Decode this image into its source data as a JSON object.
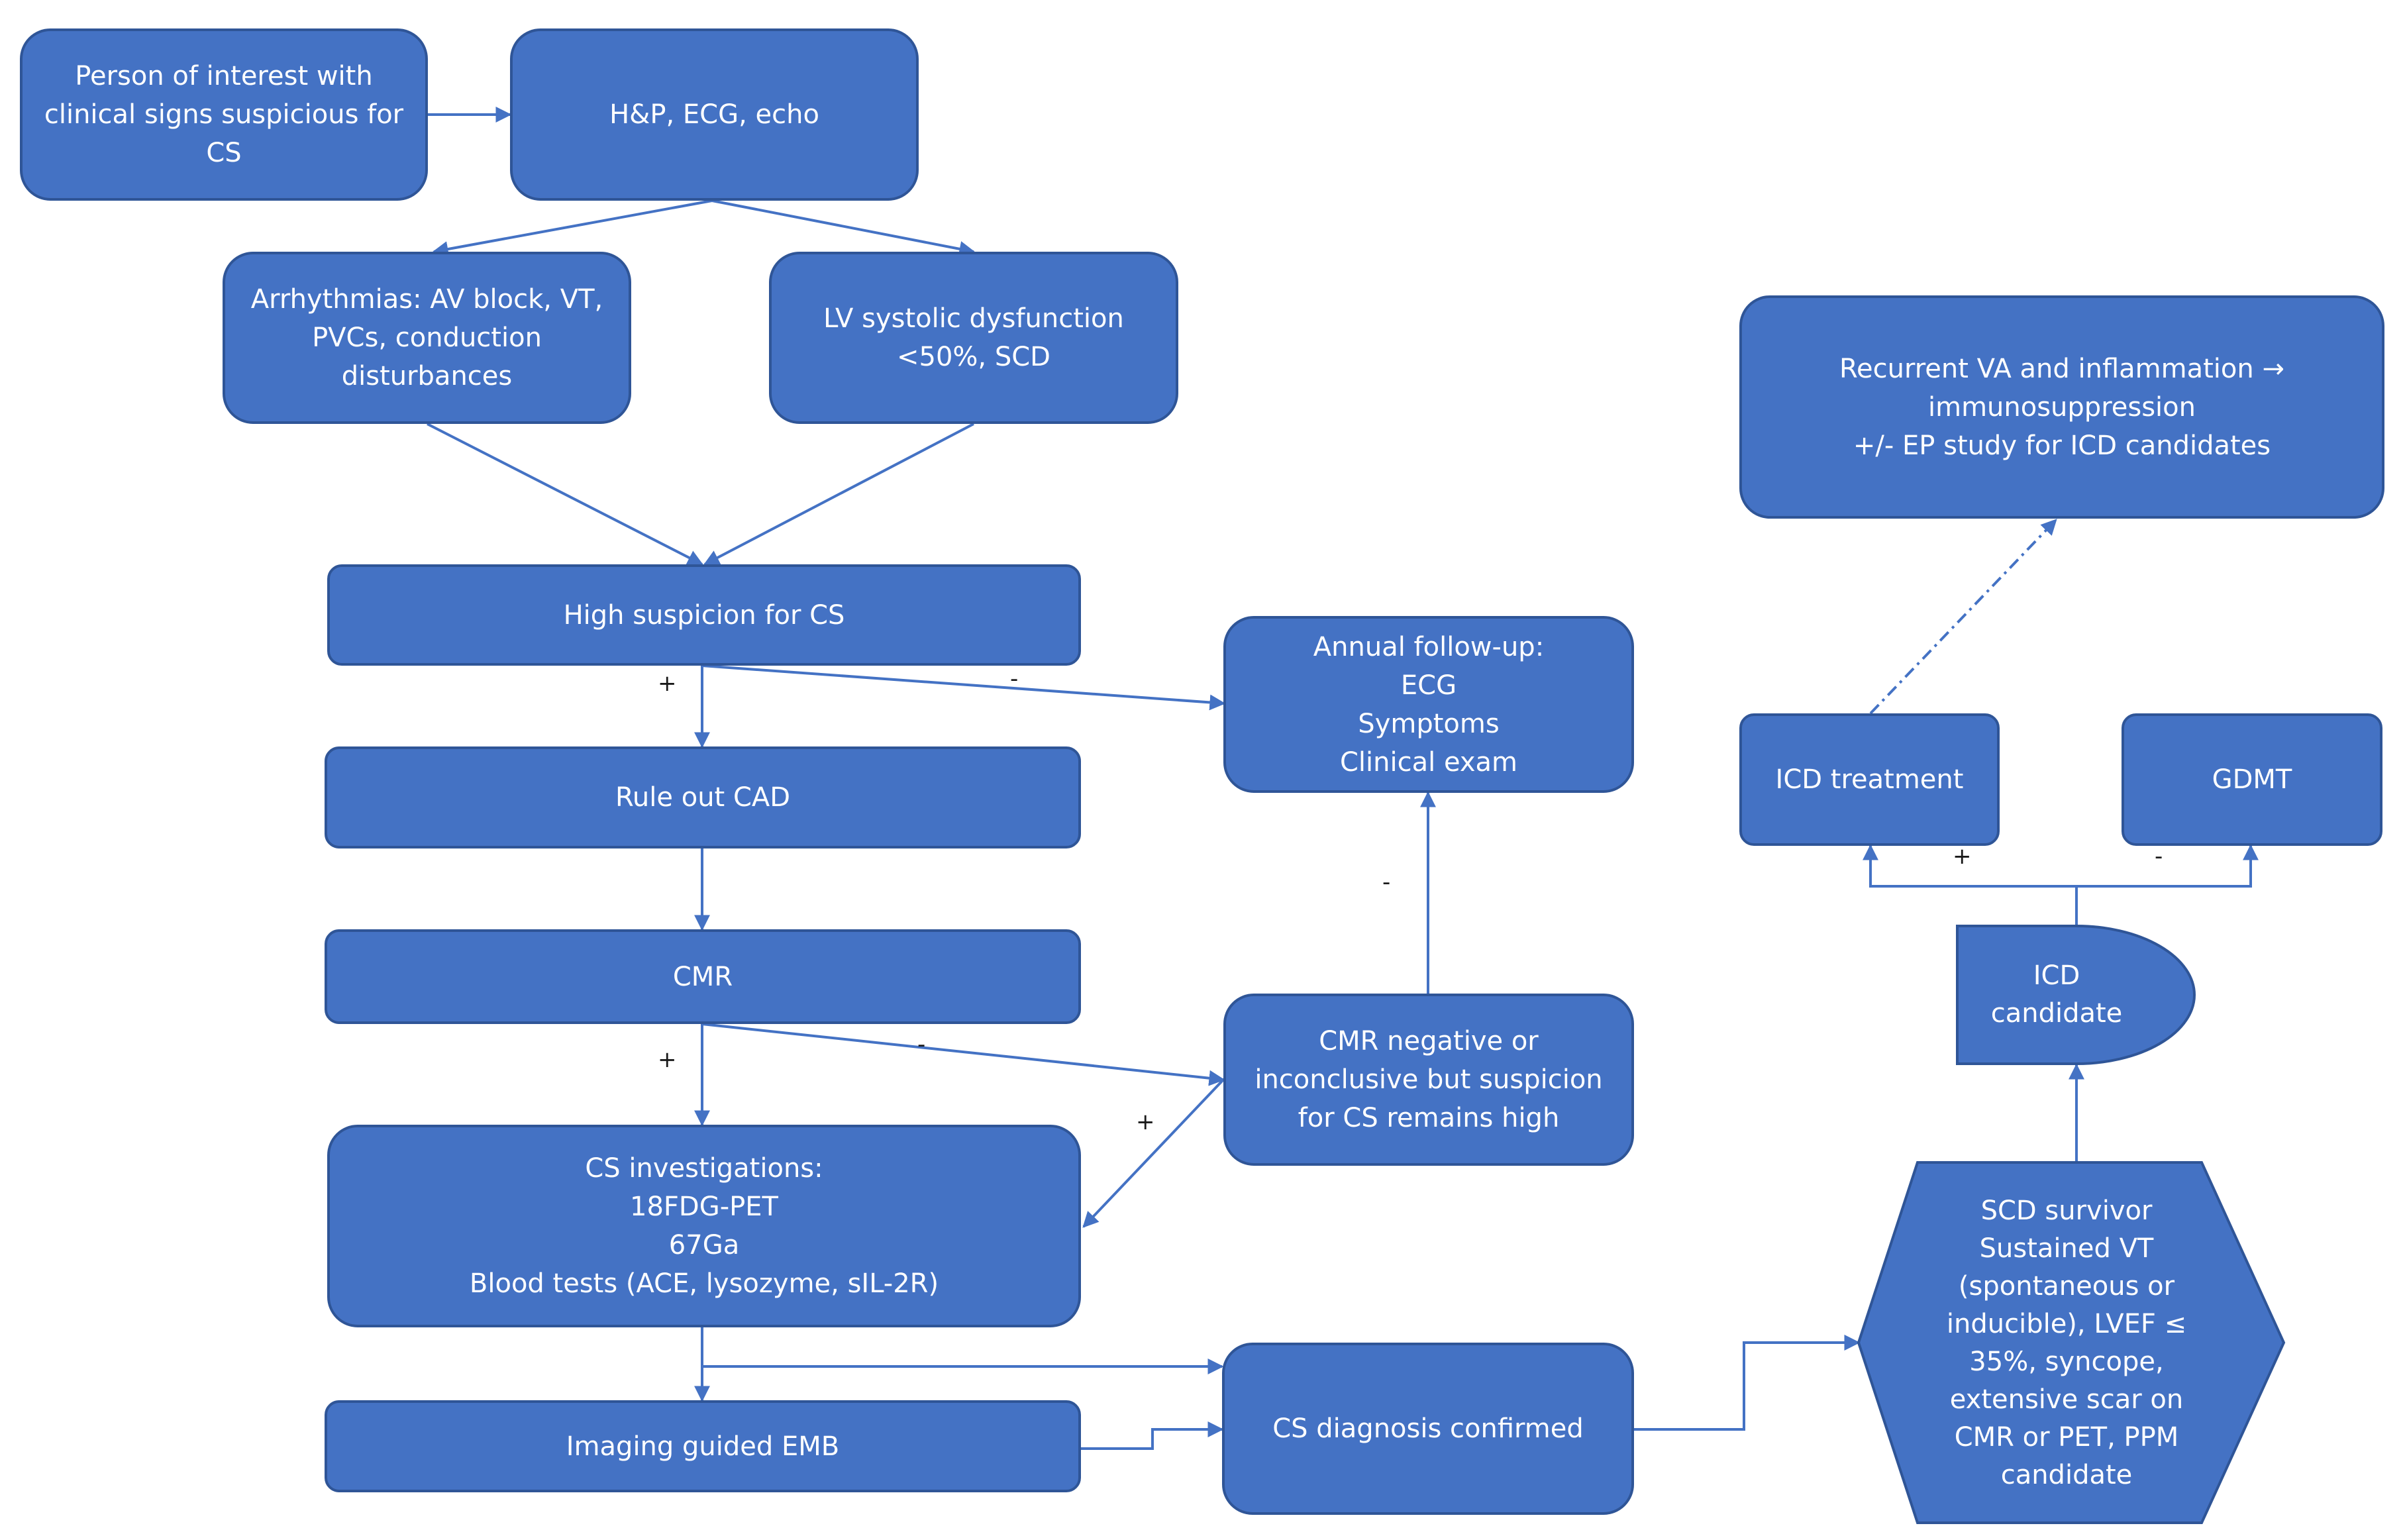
{
  "colors": {
    "box_fill": "#4472c4",
    "box_border": "#2f5597",
    "connector": "#4472c4",
    "text": "#ffffff"
  },
  "nodes": {
    "person": "Person of interest with\nclinical signs suspicious for\nCS",
    "hpe": "H&P, ECG, echo",
    "arrhythmias": "Arrhythmias: AV block, VT,\nPVCs, conduction\ndisturbances",
    "lv_dysfunction": "LV systolic dysfunction\n<50%, SCD",
    "high_suspicion": "High suspicion for CS",
    "annual_followup": "Annual follow-up:\nECG\nSymptoms\nClinical exam",
    "rule_out_cad": "Rule out CAD",
    "cmr": "CMR",
    "cmr_negative": "CMR negative or\ninconclusive but suspicion\nfor CS remains high",
    "cs_investigations": "CS investigations:\n18FDG-PET\n67Ga\nBlood tests (ACE, lysozyme, sIL-2R)",
    "imaging_emb": "Imaging guided EMB",
    "cs_confirmed": "CS diagnosis confirmed",
    "scd_survivor": "SCD survivor\nSustained VT\n(spontaneous or\ninducible), LVEF ≤\n35%, syncope,\nextensive scar on\nCMR or PET, PPM\ncandidate",
    "icd_candidate": "ICD\ncandidate",
    "icd_treatment": "ICD treatment",
    "gdmt": "GDMT",
    "recurrent_va": "Recurrent VA and inflammation →\nimmunosuppression\n+/- EP study for ICD candidates"
  },
  "edge_labels": {
    "suspicion_plus": "+",
    "suspicion_minus": "-",
    "cmr_plus": "+",
    "cmr_minus": "-",
    "negative_plus": "+",
    "negative_minus": "-",
    "icd_plus": "+",
    "icd_minus": "-"
  }
}
